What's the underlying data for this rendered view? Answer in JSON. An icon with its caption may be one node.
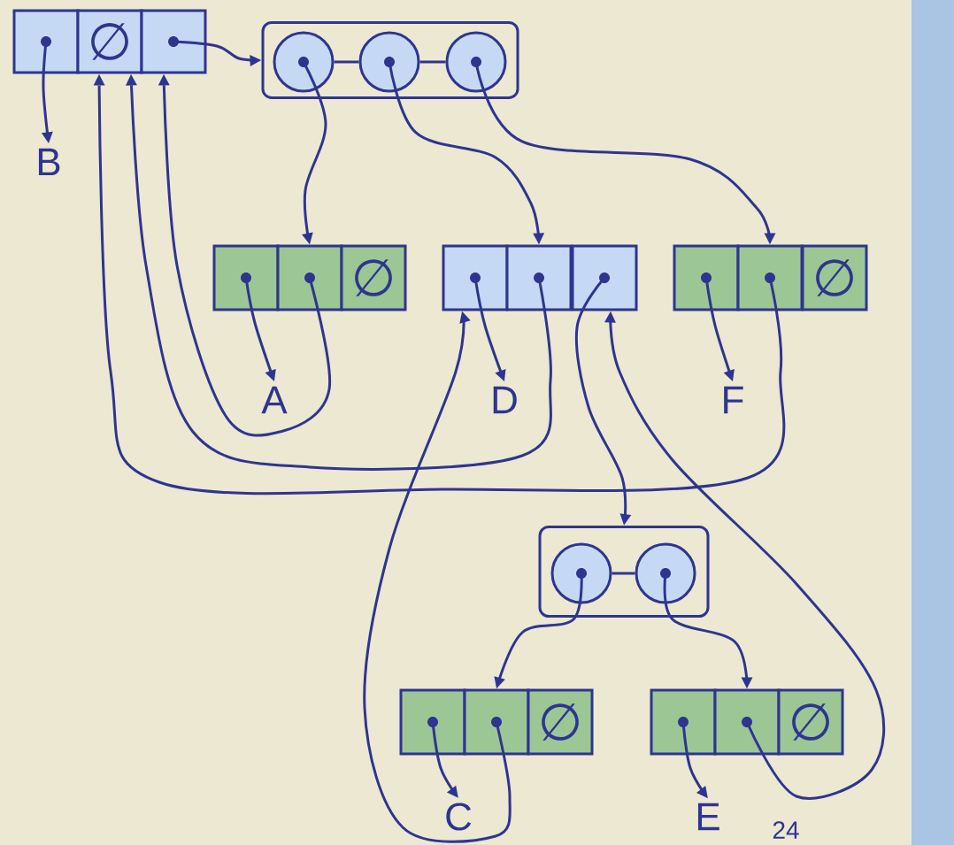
{
  "diagram": {
    "nodes": [
      {
        "text": [],
        "shape": "box"
      },
      {
        "text": [
          "∅"
        ]
      },
      {
        "text": [],
        "shape": "box"
      },
      {
        "text": [],
        "shape": "box"
      },
      {
        "text": [],
        "shape": "circle",
        "in": 3
      },
      {
        "text": [],
        "shape": "circle",
        "in": 3
      },
      {
        "text": [],
        "shape": "circle",
        "in": 3
      },
      {
        "text": [
          "B"
        ]
      },
      {
        "text": [],
        "shape": "box"
      },
      {
        "text": [],
        "shape": "box"
      },
      {
        "text": [
          "∅"
        ]
      },
      {
        "text": [],
        "shape": "box"
      },
      {
        "text": [],
        "shape": "box"
      },
      {
        "text": [],
        "shape": "box"
      },
      {
        "text": [],
        "shape": "box"
      },
      {
        "text": [],
        "shape": "box"
      },
      {
        "text": [
          "∅"
        ]
      },
      {
        "text": [
          "A"
        ]
      },
      {
        "text": [
          "D"
        ]
      },
      {
        "text": [
          "F"
        ]
      },
      {
        "text": [],
        "shape": "box"
      },
      {
        "text": [],
        "shape": "circle",
        "in": 20
      },
      {
        "text": [],
        "shape": "circle",
        "in": 20
      },
      {
        "text": [],
        "shape": "box"
      },
      {
        "text": [],
        "shape": "box"
      },
      {
        "text": [
          "∅"
        ]
      },
      {
        "text": [],
        "shape": "box"
      },
      {
        "text": [],
        "shape": "box"
      },
      {
        "text": [
          "∅"
        ]
      },
      {
        "text": [
          "C"
        ]
      },
      {
        "text": [
          "E"
        ]
      }
    ],
    "edges": [
      {
        "from": 0,
        "to": 7,
        "arrow": "to"
      },
      {
        "from": 2,
        "to": 3,
        "arrow": "to"
      },
      {
        "from": 4,
        "to": 5,
        "arrow": "none"
      },
      {
        "from": 5,
        "to": 6,
        "arrow": "none"
      },
      {
        "from": 4,
        "to": 9,
        "arrow": "to"
      },
      {
        "from": 5,
        "to": 12,
        "arrow": "to"
      },
      {
        "from": 6,
        "to": 15,
        "arrow": "to"
      },
      {
        "from": 8,
        "to": 17,
        "arrow": "to"
      },
      {
        "from": 9,
        "to": 2,
        "arrow": "to"
      },
      {
        "from": 11,
        "to": 18,
        "arrow": "to"
      },
      {
        "from": 12,
        "to": 1,
        "arrow": "to"
      },
      {
        "from": 13,
        "to": 20,
        "arrow": "to"
      },
      {
        "from": 14,
        "to": 19,
        "arrow": "to"
      },
      {
        "from": 15,
        "to": 1,
        "arrow": "to"
      },
      {
        "from": 21,
        "to": 22,
        "arrow": "none"
      },
      {
        "from": 21,
        "to": 24,
        "arrow": "to"
      },
      {
        "from": 22,
        "to": 27,
        "arrow": "to"
      },
      {
        "from": 23,
        "to": 29,
        "arrow": "to"
      },
      {
        "from": 24,
        "to": 11,
        "arrow": "to"
      },
      {
        "from": 26,
        "to": 30,
        "arrow": "to"
      },
      {
        "from": 27,
        "to": 13,
        "arrow": "to"
      }
    ],
    "labels": [
      "24"
    ]
  }
}
